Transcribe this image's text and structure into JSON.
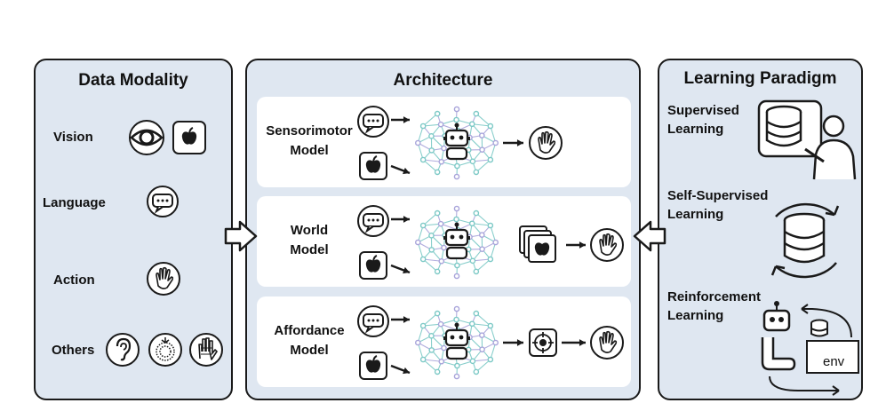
{
  "left_panel": {
    "title": "Data Modality",
    "items": [
      {
        "label": "Vision",
        "icons": [
          "eye-icon",
          "image-apple-icon"
        ]
      },
      {
        "label": "Language",
        "icons": [
          "chat-bubble-icon"
        ]
      },
      {
        "label": "Action",
        "icons": [
          "hand-icon"
        ]
      },
      {
        "label": "Others",
        "icons": [
          "ear-icon",
          "touch-sensor-icon",
          "glove-icon"
        ]
      }
    ]
  },
  "middle_panel": {
    "title": "Architecture",
    "models": [
      {
        "line1": "Sensorimotor",
        "line2": "Model"
      },
      {
        "line1": "World",
        "line2": "Model"
      },
      {
        "line1": "Affordance",
        "line2": "Model"
      }
    ]
  },
  "right_panel": {
    "title": "Learning Paradigm",
    "items": [
      {
        "line1": "Supervised",
        "line2": "Learning"
      },
      {
        "line1": "Self-Supervised",
        "line2": "Learning"
      },
      {
        "line1": "Reinforcement",
        "line2": "Learning"
      }
    ],
    "env_label": "env"
  },
  "colors": {
    "panel_bg": "#dfe7f1",
    "card_bg": "#ffffff",
    "network_teal": "#7cc9c6",
    "network_purple": "#a8a4da",
    "outline": "#1a1a1a"
  }
}
